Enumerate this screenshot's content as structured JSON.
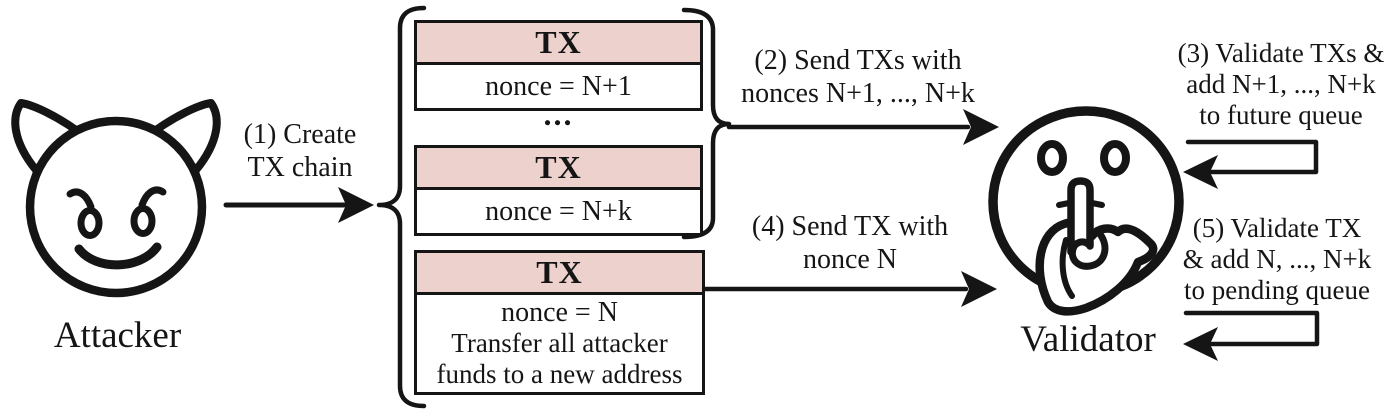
{
  "diagram": {
    "attacker": {
      "label": "Attacker",
      "icon": "devil-face"
    },
    "validator": {
      "label": "Validator",
      "icon": "shushing-face"
    },
    "tx_boxes": [
      {
        "header": "TX",
        "nonce": "nonce = N+1"
      },
      {
        "header": "TX",
        "nonce": "nonce = N+k"
      },
      {
        "header": "TX",
        "nonce": "nonce = N",
        "note": "Transfer all attacker\nfunds to a new address"
      }
    ],
    "ellipsis": "...",
    "steps": {
      "step1": "(1) Create\nTX chain",
      "step2": "(2) Send TXs with\nnonces N+1, ..., N+k",
      "step3": "(3) Validate TXs &\nadd N+1, ..., N+k\nto future queue",
      "step4": "(4) Send TX with\nnonce N",
      "step5": "(5) Validate TX\n& add N, ..., N+k\nto pending queue"
    },
    "colors": {
      "ink": "#151515",
      "tx_header_bg": "#ecd1cd",
      "background": "#ffffff"
    }
  }
}
